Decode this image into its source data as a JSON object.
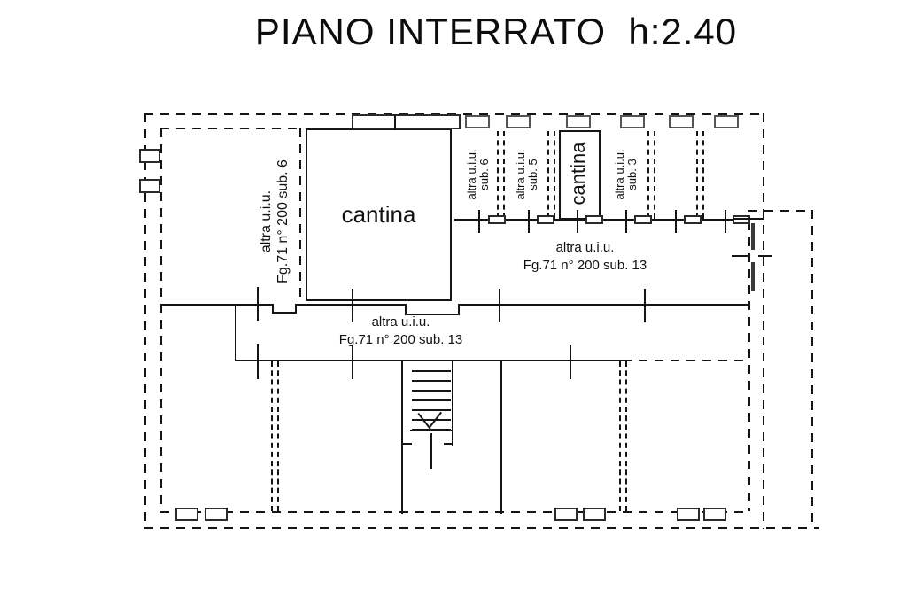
{
  "title": "PIANO INTERRATO  h:2.40",
  "plan": {
    "left_unit": {
      "line1": "altra u.i.u.",
      "line2": "Fg.71 n° 200 sub. 6"
    },
    "cantina_main": {
      "label": "cantina"
    },
    "cell_sub6": {
      "line1": "altra u.i.u.",
      "line2": "sub. 6"
    },
    "cell_sub5": {
      "line1": "altra u.i.u.",
      "line2": "sub. 5"
    },
    "cell_cantina": {
      "label": "cantina"
    },
    "cell_sub3": {
      "line1": "altra u.i.u.",
      "line2": "sub. 3"
    },
    "corridor_upper": {
      "line1": "altra u.i.u.",
      "line2": "Fg.71 n° 200 sub. 13"
    },
    "corridor_lower": {
      "line1": "altra u.i.u.",
      "line2": "Fg.71 n° 200 sub. 13"
    }
  },
  "colors": {
    "line": "#151515",
    "background": "#ffffff"
  }
}
